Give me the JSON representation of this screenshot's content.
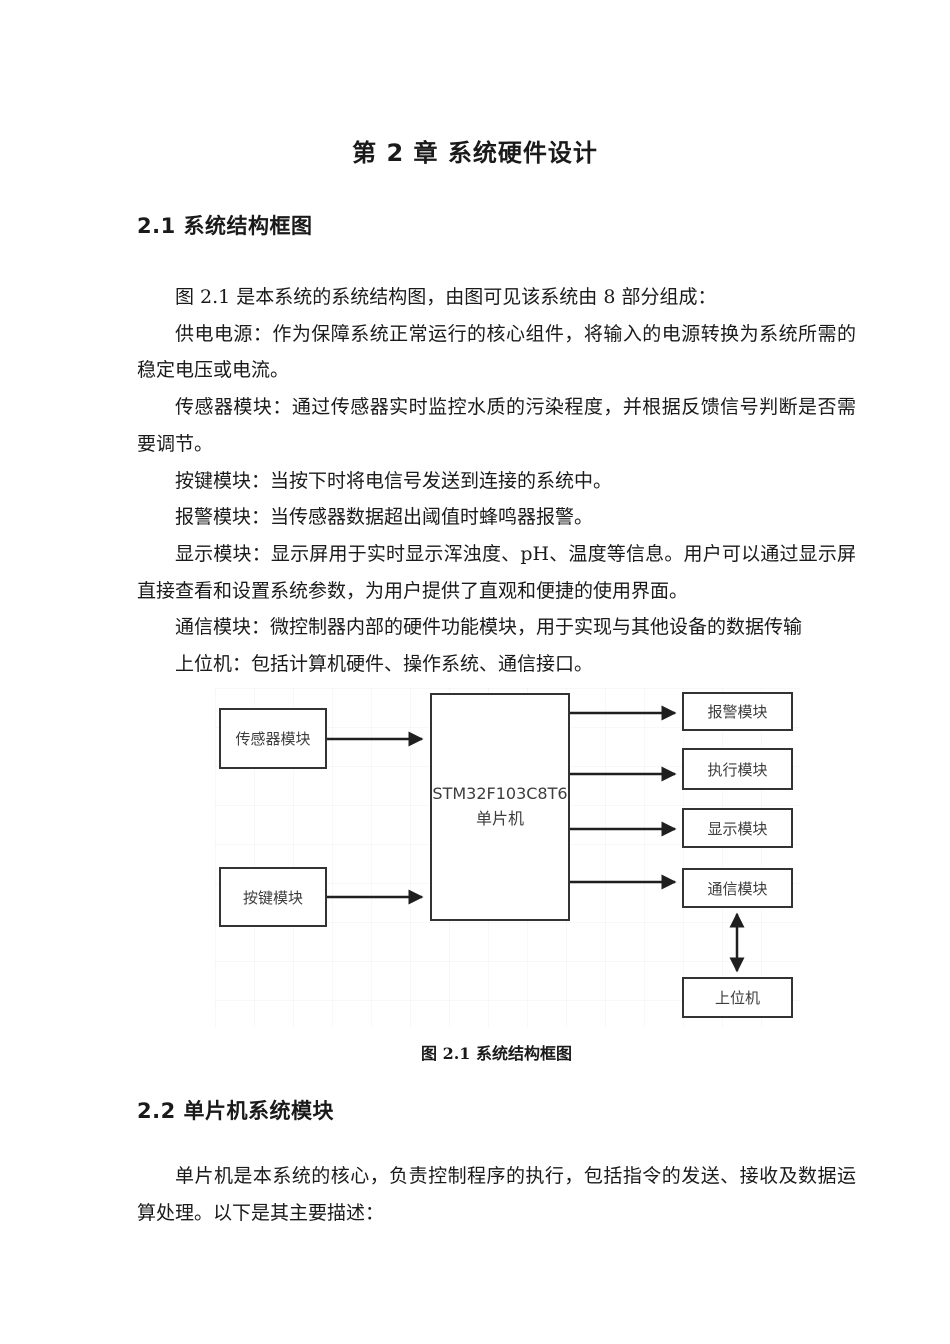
{
  "document": {
    "chapter_title": "第 2 章 系统硬件设计",
    "section_2_1": {
      "heading": "2.1 系统结构框图",
      "paragraphs": [
        "图 2.1 是本系统的系统结构图，由图可见该系统由 8 部分组成：",
        "供电电源：作为保障系统正常运行的核心组件，将输入的电源转换为系统所需的稳定电压或电流。",
        "传感器模块：通过传感器实时监控水质的污染程度，并根据反馈信号判断是否需要调节。",
        "按键模块：当按下时将电信号发送到连接的系统中。",
        "报警模块：当传感器数据超出阈值时蜂鸣器报警。",
        "显示模块：显示屏用于实时显示浑浊度、pH、温度等信息。用户可以通过显示屏直接查看和设置系统参数，为用户提供了直观和便捷的使用界面。",
        "通信模块：微控制器内部的硬件功能模块，用于实现与其他设备的数据传输",
        "上位机：包括计算机硬件、操作系统、通信接口。"
      ]
    },
    "figure": {
      "caption": "图 2.1 系统结构框图",
      "nodes": {
        "sensor": "传感器模块",
        "keys": "按键模块",
        "mcu_line1": "STM32F103C8T6",
        "mcu_line2": "单片机",
        "alarm": "报警模块",
        "exec": "执行模块",
        "display": "显示模块",
        "comm": "通信模块",
        "host": "上位机"
      },
      "edges": [
        {
          "from": "传感器模块",
          "to": "STM32F103C8T6 单片机",
          "type": "arrow"
        },
        {
          "from": "按键模块",
          "to": "STM32F103C8T6 单片机",
          "type": "arrow"
        },
        {
          "from": "STM32F103C8T6 单片机",
          "to": "报警模块",
          "type": "arrow"
        },
        {
          "from": "STM32F103C8T6 单片机",
          "to": "执行模块",
          "type": "arrow"
        },
        {
          "from": "STM32F103C8T6 单片机",
          "to": "显示模块",
          "type": "arrow"
        },
        {
          "from": "STM32F103C8T6 单片机",
          "to": "通信模块",
          "type": "arrow"
        },
        {
          "from": "通信模块",
          "to": "上位机",
          "type": "double-arrow"
        }
      ]
    },
    "section_2_2": {
      "heading": "2.2 单片机系统模块",
      "paragraphs": [
        "单片机是本系统的核心，负责控制程序的执行，包括指令的发送、接收及数据运算处理。以下是其主要描述："
      ]
    }
  },
  "colors": {
    "page_bg": "#ffffff",
    "text": "#1a1a1a",
    "diagram_border": "#333333",
    "diagram_text": "#3d3d3d",
    "arrow": "#1f1f1f"
  }
}
